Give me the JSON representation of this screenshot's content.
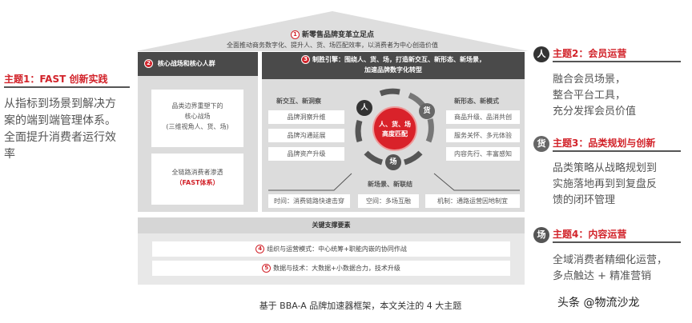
{
  "roof": {
    "badge": "1",
    "title": "新零售品牌变革立足点",
    "subtitle": "全面推动商务数字化、提升人、货、场匹配效率，以消费者为中心创造价值"
  },
  "left_column": {
    "badge": "2",
    "header": "核心战场和核心人群",
    "box1": [
      "品类边界重塑下的",
      "核心战场",
      "(三维视角人、货、场)"
    ],
    "box2_line1": "全链路消费者渗透",
    "box2_line2": "（FAST体系）"
  },
  "middle_column": {
    "badge": "3",
    "header_line1": "制胜引擎：围绕人、货、场，打造新交互、新形态、新场景，",
    "header_line2": "加速品牌数字化转型",
    "left_group": {
      "label": "新交互、新洞察",
      "items": [
        "品牌洞察升维",
        "品牌沟通延展",
        "品牌资产升级"
      ]
    },
    "right_group": {
      "label": "新形态、新模式",
      "items": [
        "商品升级、品消共创",
        "服务关怀、多元体验",
        "内容先行、丰富感知"
      ]
    },
    "center": {
      "line1": "人、货、场",
      "line2": "高度匹配",
      "nodes": {
        "ren": "人",
        "huo": "货",
        "chang": "场"
      }
    },
    "bottom_group": {
      "label": "新场景、新联结",
      "items": [
        "时间：消费链路快速击穿",
        "空间：多场互融",
        "机制：通路运营因地制宜"
      ]
    }
  },
  "support": {
    "header": "关键支撑要素",
    "rows": [
      {
        "badge": "4",
        "text": "组织与运营模式：中心统筹+职能内嵌的协同作战"
      },
      {
        "badge": "5",
        "text": "数据与技术：大数据+小数据合力，技术升级"
      }
    ]
  },
  "caption": "基于 BBA-A 品牌加速器框架，本文关注的 4 大主题",
  "themes": [
    {
      "icon": "",
      "title": "主题1：FAST 创新实践",
      "body": [
        "从指标到场景到解决方",
        "案的端到端管理体系。",
        "全面提升消费者运行效",
        "率"
      ]
    },
    {
      "icon": "人",
      "title": "主题2：会员运营",
      "body": [
        "融合会员场景，",
        "整合平台工具，",
        "充分发挥会员价值"
      ]
    },
    {
      "icon": "货",
      "title": "主题3：品类规划与创新",
      "body": [
        "品类策略从战略规划到",
        "实施落地再到到复盘反",
        "馈的闭环管理"
      ]
    },
    {
      "icon": "场",
      "title": "主题4：内容运营",
      "body": [
        "全域消费者精细化运营，",
        "多点触达 + 精准营销"
      ]
    }
  ],
  "watermark": "头条 @物流沙龙",
  "colors": {
    "accent_red": "#d2232a",
    "dark_header": "#4a4a4a",
    "panel_gray": "#dcdcdc"
  }
}
